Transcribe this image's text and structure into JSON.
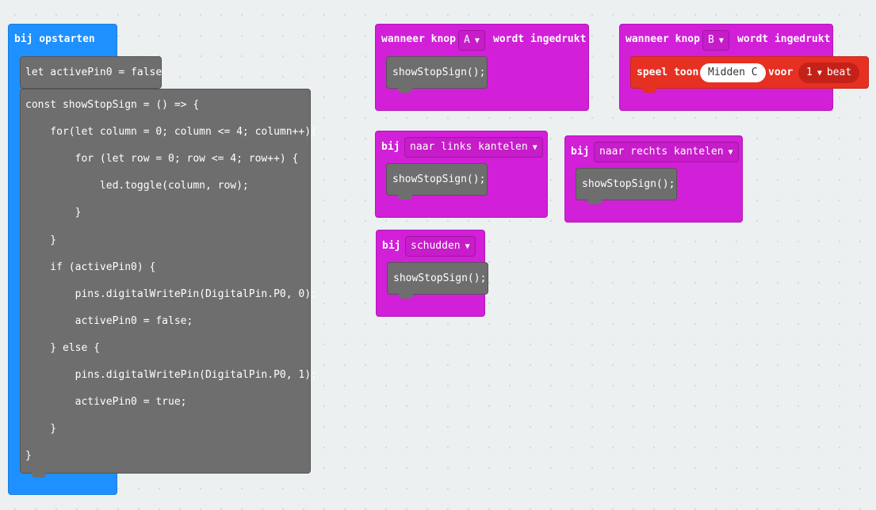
{
  "on_start": {
    "label": "bij opstarten",
    "let_line": "let activePin0 = false",
    "code_lines": [
      "const showStopSign = () => {",
      "    for(let column = 0; column <= 4; column++){",
      "        for (let row = 0; row <= 4; row++) {",
      "            led.toggle(column, row);",
      "        }",
      "    }",
      "    if (activePin0) {",
      "        pins.digitalWritePin(DigitalPin.P0, 0);",
      "        activePin0 = false;",
      "    } else {",
      "        pins.digitalWritePin(DigitalPin.P0, 1);",
      "        activePin0 = true;",
      "    }",
      "}"
    ]
  },
  "button_a": {
    "prefix": "wanneer knop",
    "button": "A",
    "suffix": "wordt ingedrukt",
    "call": "showStopSign();"
  },
  "button_b": {
    "prefix": "wanneer knop",
    "button": "B",
    "suffix": "wordt ingedrukt",
    "play_label": "speel toon",
    "note": "Midden C",
    "for_label": "voor",
    "beat": "1",
    "beat_unit": "beat"
  },
  "tilt_left": {
    "prefix": "bij",
    "gesture": "naar links kantelen",
    "call": "showStopSign();"
  },
  "tilt_right": {
    "prefix": "bij",
    "gesture": "naar rechts kantelen",
    "call": "showStopSign();"
  },
  "shake": {
    "prefix": "bij",
    "gesture": "schudden",
    "call": "showStopSign();"
  },
  "colors": {
    "on_start": "#1e90ff",
    "code": "#6e6e6e",
    "input": "#d21fd8",
    "music": "#e63022"
  },
  "icons": {
    "dropdown": "caret-down-icon"
  }
}
